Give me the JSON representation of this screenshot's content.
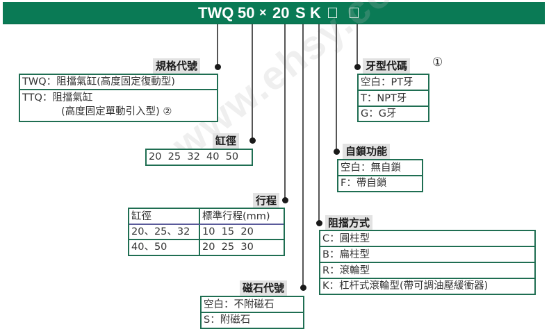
{
  "header": {
    "model_code_segments": [
      "TWQ",
      "50",
      "×",
      "20",
      "S",
      "K"
    ],
    "placeholder_boxes": 2,
    "background_color": "#0a7a55",
    "text_color": "#ffffff"
  },
  "watermark": "www.ehsy.com",
  "sections": {
    "series_code": {
      "label": "規格代號",
      "rows": [
        "TWQ：阻擋氣缸(高度固定復動型)",
        "TTQ：阻擋氣缸",
        "(高度固定單動引入型) ②"
      ]
    },
    "bore": {
      "label": "缸徑",
      "values": "20  25  32  40  50"
    },
    "stroke": {
      "label": "行程",
      "headers": [
        "缸徑",
        "標準行程(mm)"
      ],
      "rows": [
        [
          "20、25、32",
          "10  15  20"
        ],
        [
          "40、50",
          "20  25  30"
        ]
      ]
    },
    "magnet": {
      "label": "磁石代號",
      "rows": [
        "空白：不附磁石",
        "S：附磁石"
      ]
    },
    "stopper_type": {
      "label": "阻擋方式",
      "rows": [
        "C：圓柱型",
        "B：扁柱型",
        "R：滾輪型",
        "K：杠杆式滾輪型(帶可調油壓緩衝器)"
      ]
    },
    "self_lock": {
      "label": "自鎖功能",
      "rows": [
        "空白：無自鎖",
        "F：帶自鎖"
      ]
    },
    "thread": {
      "label": "牙型代碼",
      "note": "①",
      "rows": [
        "空白：PT牙",
        "T：NPT牙",
        "G：G牙"
      ]
    }
  },
  "colors": {
    "table_border": "#1f6e52",
    "label_bg": "#e2e2e2",
    "connector": "#555555"
  }
}
